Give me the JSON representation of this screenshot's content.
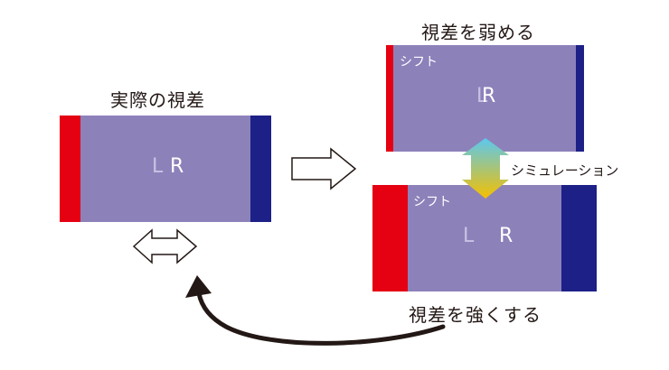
{
  "titles": {
    "actual": "実際の視差",
    "weaken": "視差を弱める",
    "strengthen": "視差を強くする"
  },
  "labels": {
    "shift": "シフト",
    "simulation": "シミュレーション",
    "left": "L",
    "right": "R"
  },
  "colors": {
    "panel": "#8d81ba",
    "left_eye": "#e50012",
    "right_eye": "#1d2087",
    "gradient_top": "#5bc8ef",
    "gradient_bottom": "#f5c000",
    "text": "#231815"
  }
}
